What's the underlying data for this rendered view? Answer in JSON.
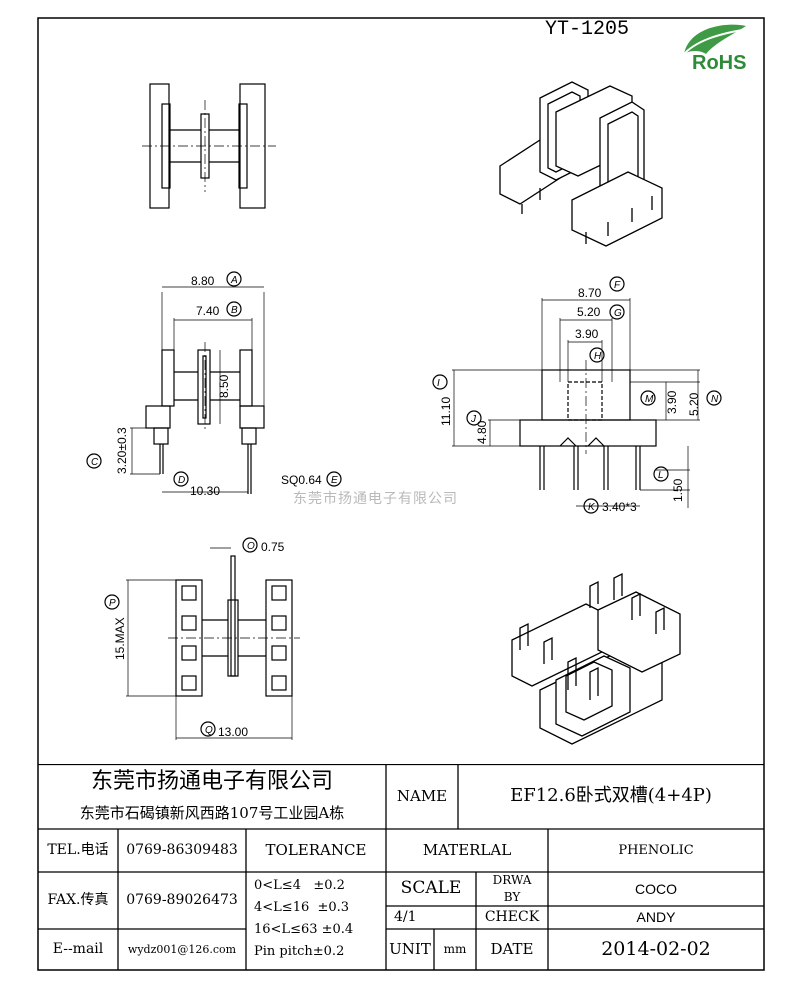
{
  "header": {
    "part_number": "YT-1205",
    "rohs_logo_text": "RoHS"
  },
  "watermark": "东莞市扬通电子有限公司",
  "dimensions": {
    "d_8_80": "8.80",
    "c_A": "A",
    "d_7_40": "7.40",
    "c_B": "B",
    "d_8_50": "8.50",
    "d_3_20": "3.20±0.3",
    "c_C": "C",
    "d_10_30": "10.30",
    "c_D": "D",
    "d_sq064": "SQ0.64",
    "c_E": "E",
    "d_8_70": "8.70",
    "c_F": "F",
    "d_5_20_top": "5.20",
    "c_G": "G",
    "d_3_90_top": "3.90",
    "c_H": "H",
    "d_11_10": "11.10",
    "c_I": "I",
    "d_4_80": "4.80",
    "c_J": "J",
    "d_3_90_side": "3.90",
    "c_M": "M",
    "d_5_20_side": "5.20",
    "c_N": "N",
    "d_1_50": "1.50",
    "c_L": "L",
    "d_3_40": "3.40*3",
    "c_K": "K",
    "d_0_75": "0.75",
    "c_O": "O",
    "d_15max": "15.MAX",
    "c_P": "P",
    "d_13_00": "13.00",
    "c_Q": "Q"
  },
  "title_block": {
    "company_name": "东莞市扬通电子有限公司",
    "company_address": "东莞市石碣镇新风西路107号工业园A栋",
    "name_label": "NAME",
    "name_value": "EF12.6卧式双槽(4+4P)",
    "tel_label": "TEL.电话",
    "tel_value": "0769-86309483",
    "fax_label": "FAX.传真",
    "fax_value": "0769-89026473",
    "email_label": "E--mail",
    "email_value": "wydz001@126.com",
    "tolerance_label": "TOLERANCE",
    "tol_1": "0<L≤4   ±0.2",
    "tol_2": "4<L≤16  ±0.3",
    "tol_3": "16<L≤63 ±0.4",
    "tol_4": "Pin pitch±0.2",
    "material_label": "MATERLAL",
    "material_value": "PHENOLIC",
    "scale_label": "SCALE",
    "scale_value": "4/1",
    "drawn_by_label_1": "DRWA",
    "drawn_by_label_2": "BY",
    "drawn_by_value": "COCO",
    "check_label": "CHECK",
    "check_value": "ANDY",
    "unit_label": "UNIT",
    "unit_value": "mm",
    "date_label": "DATE",
    "date_value": "2014-02-02"
  }
}
